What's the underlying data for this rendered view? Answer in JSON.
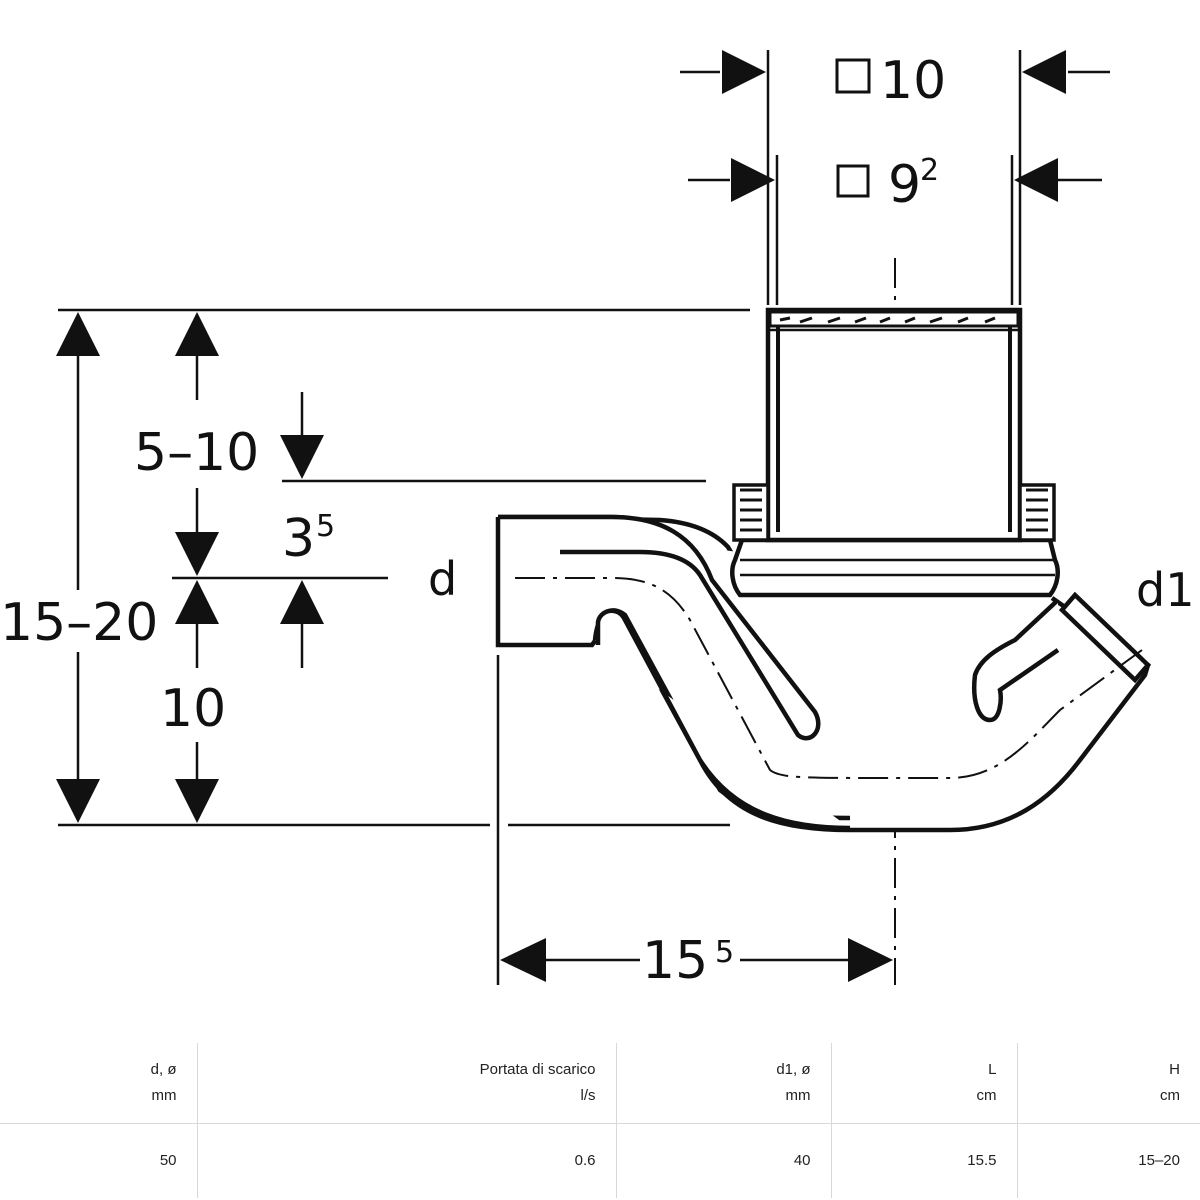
{
  "drawing": {
    "dims": {
      "sq_outer": "10",
      "sq_inner_base": "9",
      "sq_inner_sup": "2",
      "adjust_range": "5–10",
      "gap_base": "3",
      "gap_sup": "5",
      "total_height": "15–20",
      "lower_height": "10",
      "length_base": "15",
      "length_sup": "5"
    },
    "labels": {
      "inlet": "d",
      "outlet": "d1"
    }
  },
  "table": {
    "headers": [
      {
        "name": "d, ø",
        "unit": "mm"
      },
      {
        "name": "Portata di scarico",
        "unit": "l/s"
      },
      {
        "name": "d1, ø",
        "unit": "mm"
      },
      {
        "name": "L",
        "unit": "cm"
      },
      {
        "name": "H",
        "unit": "cm"
      }
    ],
    "rows": [
      [
        "50",
        "0.6",
        "40",
        "15.5",
        "15–20"
      ]
    ]
  }
}
